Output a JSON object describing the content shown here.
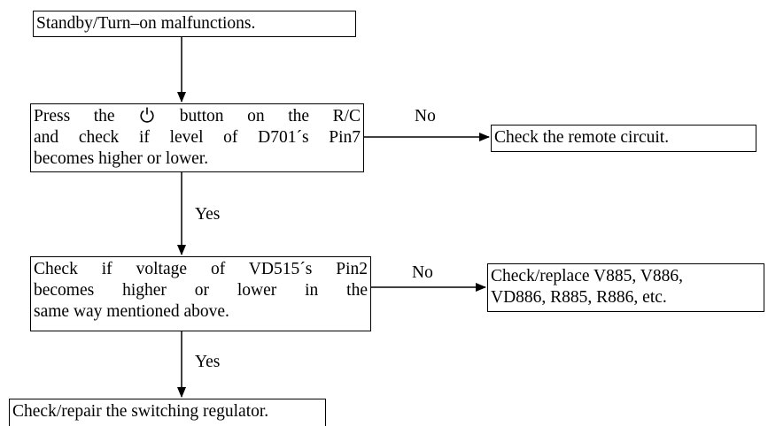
{
  "nodes": {
    "start": {
      "lines": [
        "Standby/Turn–on malfunctions."
      ]
    },
    "press_check": {
      "line1_before_icon": "Press the",
      "line1_after_icon": "button on the R/C",
      "line2": "and check if level of D701´s Pin7",
      "line3": "becomes higher or lower."
    },
    "remote": {
      "lines": [
        "Check the remote circuit."
      ]
    },
    "vd515_check": {
      "lines": [
        "Check if voltage of VD515´s Pin2",
        "becomes higher or lower in the",
        "same way mentioned above."
      ]
    },
    "replace": {
      "lines": [
        "Check/replace V885, V886,",
        "VD886, R885, R886, etc."
      ]
    },
    "regulator": {
      "lines": [
        "Check/repair the switching regulator."
      ]
    }
  },
  "edges": {
    "no_1": "No",
    "yes_1": "Yes",
    "no_2": "No",
    "yes_2": "Yes"
  },
  "icons": {
    "power": "power-icon"
  }
}
